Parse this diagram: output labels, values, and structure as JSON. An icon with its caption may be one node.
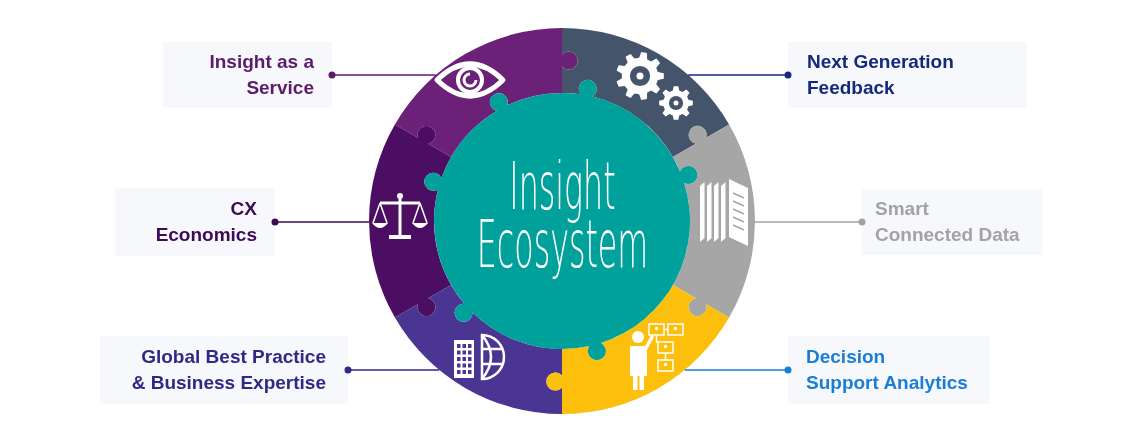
{
  "diagram": {
    "nodes": [
      {
        "text": [
          "Insight as a Service"
        ]
      },
      {
        "text": [
          "Next Generation Feedback"
        ]
      },
      {
        "text": [
          "CX Economics"
        ]
      },
      {
        "text": [
          "Insight Ecosystem"
        ]
      },
      {
        "text": [
          "Smart Connected Data"
        ]
      },
      {
        "text": [
          "Global Best Practice & Business Expertise"
        ]
      },
      {
        "text": [
          "Decision Support Analytics"
        ]
      },
      {
        "text": [],
        "shape": "segment"
      },
      {
        "text": [],
        "shape": "segment"
      },
      {
        "text": [],
        "shape": "segment"
      },
      {
        "text": [],
        "shape": "segment"
      },
      {
        "text": [],
        "shape": "segment"
      },
      {
        "text": [],
        "shape": "segment"
      }
    ],
    "edges": [
      {
        "from": 0,
        "to": 7,
        "arrow": "other",
        "color": "#5c1b6b"
      },
      {
        "from": 1,
        "to": 8,
        "arrow": "other",
        "color": "#14287c"
      },
      {
        "from": 2,
        "to": 9,
        "arrow": "other",
        "color": "#3e0a55"
      },
      {
        "from": 4,
        "to": 10,
        "arrow": "other",
        "color": "#a3a3a3"
      },
      {
        "from": 5,
        "to": 11,
        "arrow": "other",
        "color": "#2d2a86"
      },
      {
        "from": 6,
        "to": 12,
        "arrow": "other",
        "color": "#1a7ed6"
      }
    ]
  }
}
